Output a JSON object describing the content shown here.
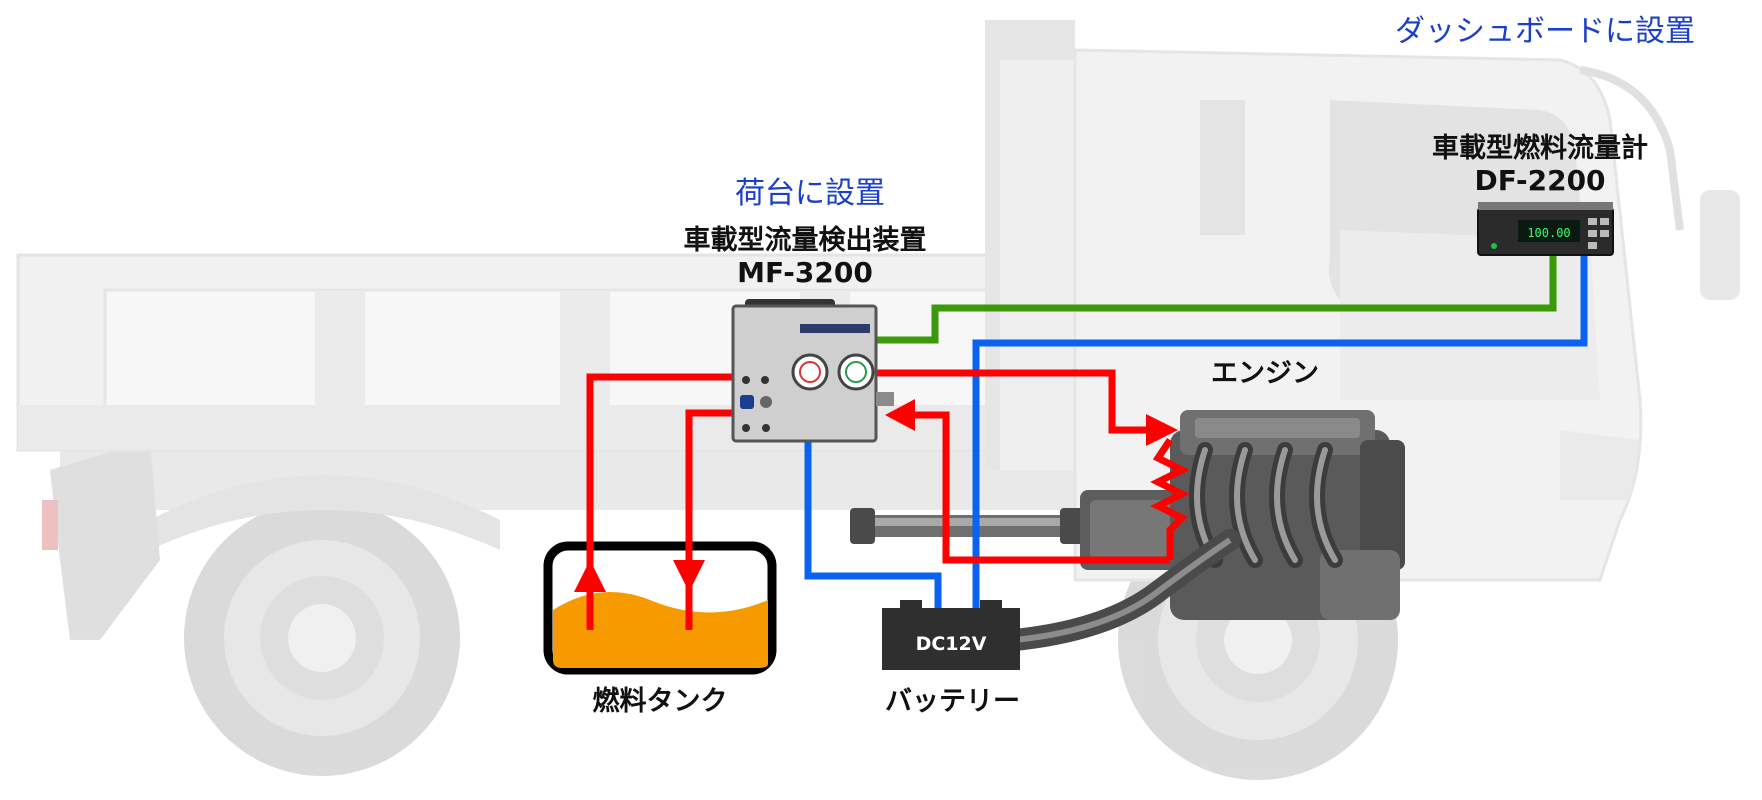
{
  "locations": {
    "dashboard": "ダッシュボードに設置",
    "cargo_bed": "荷台に設置"
  },
  "devices": {
    "flowmeter": {
      "name": "車載型燃料流量計",
      "model": "DF-2200",
      "display_value": "100.00"
    },
    "detector": {
      "name": "車載型流量検出装置",
      "model": "MF-3200"
    }
  },
  "components": {
    "engine": "エンジン",
    "fuel_tank": "燃料タンク",
    "battery": "バッテリー",
    "battery_voltage": "DC12V"
  },
  "colors": {
    "fuel_line": "#ff0000",
    "power_line": "#0a62f0",
    "signal_line": "#3a9a0a",
    "fuel": "#f79a00",
    "label_blue": "#1a3fc9"
  }
}
